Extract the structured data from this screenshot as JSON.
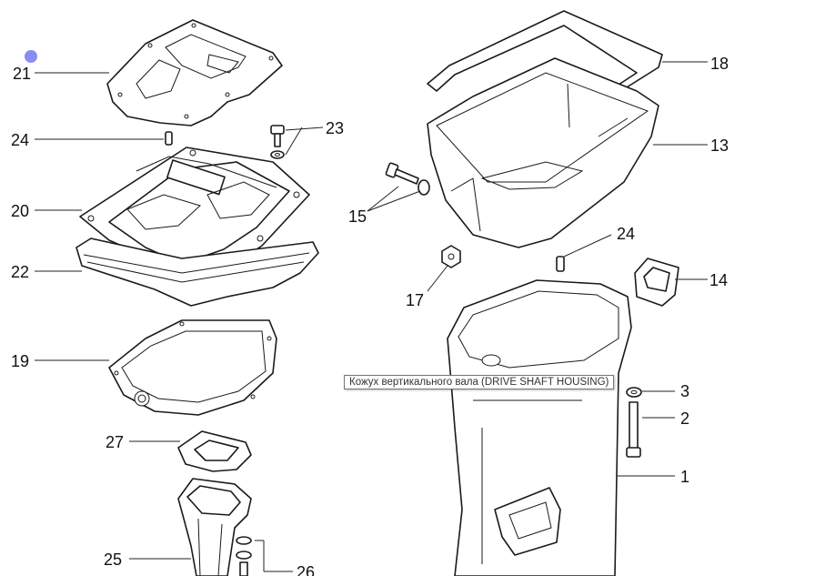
{
  "diagram": {
    "callouts": [
      "21",
      "24",
      "20",
      "22",
      "19",
      "27",
      "25",
      "23",
      "18",
      "13",
      "15",
      "17",
      "24",
      "14",
      "3",
      "2",
      "1",
      "26"
    ],
    "tooltip": "Кожух вертикального вала (DRIVE SHAFT HOUSING)",
    "marker_color": "#8a8cf0"
  }
}
